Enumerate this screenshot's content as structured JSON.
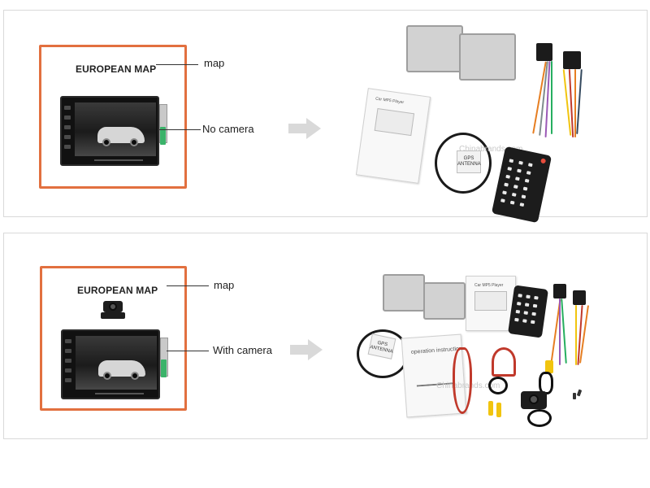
{
  "panels": [
    {
      "id": "no-camera",
      "map_title": "EUROPEAN MAP",
      "callout_map": "map",
      "callout_camera": "No camera",
      "antenna_label": "GPS\nANTENNA",
      "manual_header": "Car MP5 Player",
      "watermark": "Chinabrands.com"
    },
    {
      "id": "with-camera",
      "map_title": "EUROPEAN MAP",
      "callout_map": "map",
      "callout_camera": "With camera",
      "antenna_label": "GPS\nANTENNA",
      "manual_header": "Car MP5 Player",
      "manual2_header": "operation instruction",
      "watermark": "Chinabrands.com"
    }
  ],
  "colors": {
    "frame": "#e2703f",
    "arrow": "#d9d9d9",
    "border": "#d9d9d9"
  },
  "icons": {
    "arrow": "arrow-right-icon",
    "camera": "rear-camera-icon",
    "stereo": "car-stereo-icon"
  }
}
